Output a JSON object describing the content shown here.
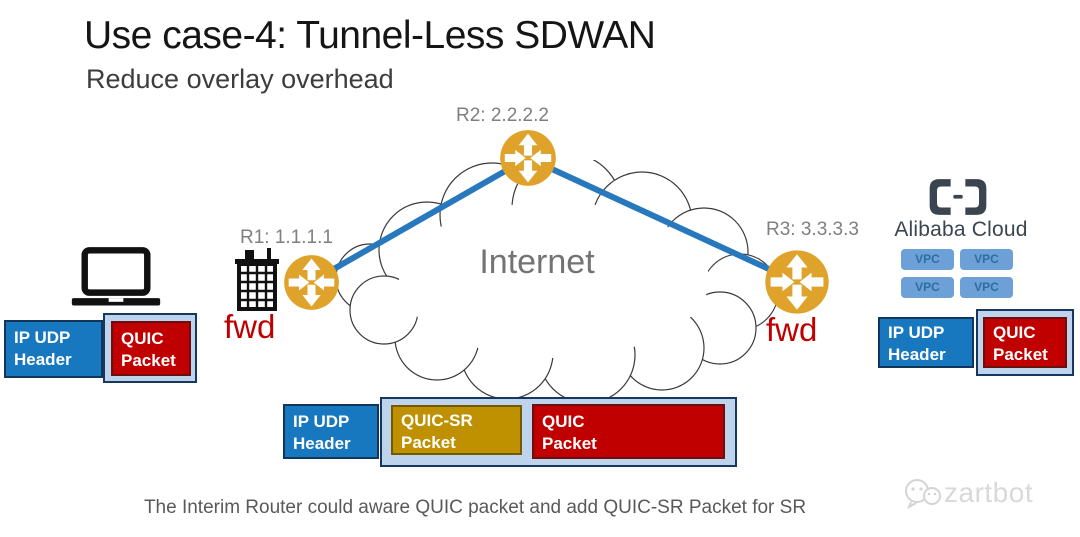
{
  "header": {
    "title": "Use case-4: Tunnel-Less SDWAN",
    "subtitle": "Reduce overlay overhead"
  },
  "diagram": {
    "internet_label": "Internet",
    "routers": [
      {
        "id": "r1",
        "label": "R1: 1.1.1.1"
      },
      {
        "id": "r2",
        "label": "R2: 2.2.2.2"
      },
      {
        "id": "r3",
        "label": "R3: 3.3.3.3"
      }
    ],
    "fwd_left": "fwd",
    "fwd_right": "fwd",
    "alibaba": {
      "name": "Alibaba Cloud",
      "vpc_labels": [
        "VPC",
        "VPC",
        "VPC",
        "VPC"
      ]
    }
  },
  "packets": {
    "left": {
      "ipudp": [
        "IP UDP",
        "Header"
      ],
      "quic": [
        "QUIC",
        "Packet"
      ]
    },
    "right": {
      "ipudp": [
        "IP UDP",
        "Header"
      ],
      "quic": [
        "QUIC",
        "Packet"
      ]
    },
    "bottom": {
      "ipudp": [
        "IP UDP",
        "Header"
      ],
      "quicsr": [
        "QUIC-SR",
        "Packet"
      ],
      "quic": [
        "QUIC",
        "Packet"
      ]
    }
  },
  "caption": "The Interim Router could aware QUIC packet and add QUIC-SR Packet for SR",
  "watermark": "zartbot",
  "colors": {
    "packet_blue": "#1878bf",
    "packet_red": "#c00000",
    "packet_gold": "#bf9000",
    "container_blue": "#bdd4ec",
    "link_blue": "#2878be",
    "router_gold": "#dfa32b",
    "fwd_red": "#c00000",
    "vpc_blue": "#6ca0d6",
    "alibaba_dark": "#3b4550"
  }
}
